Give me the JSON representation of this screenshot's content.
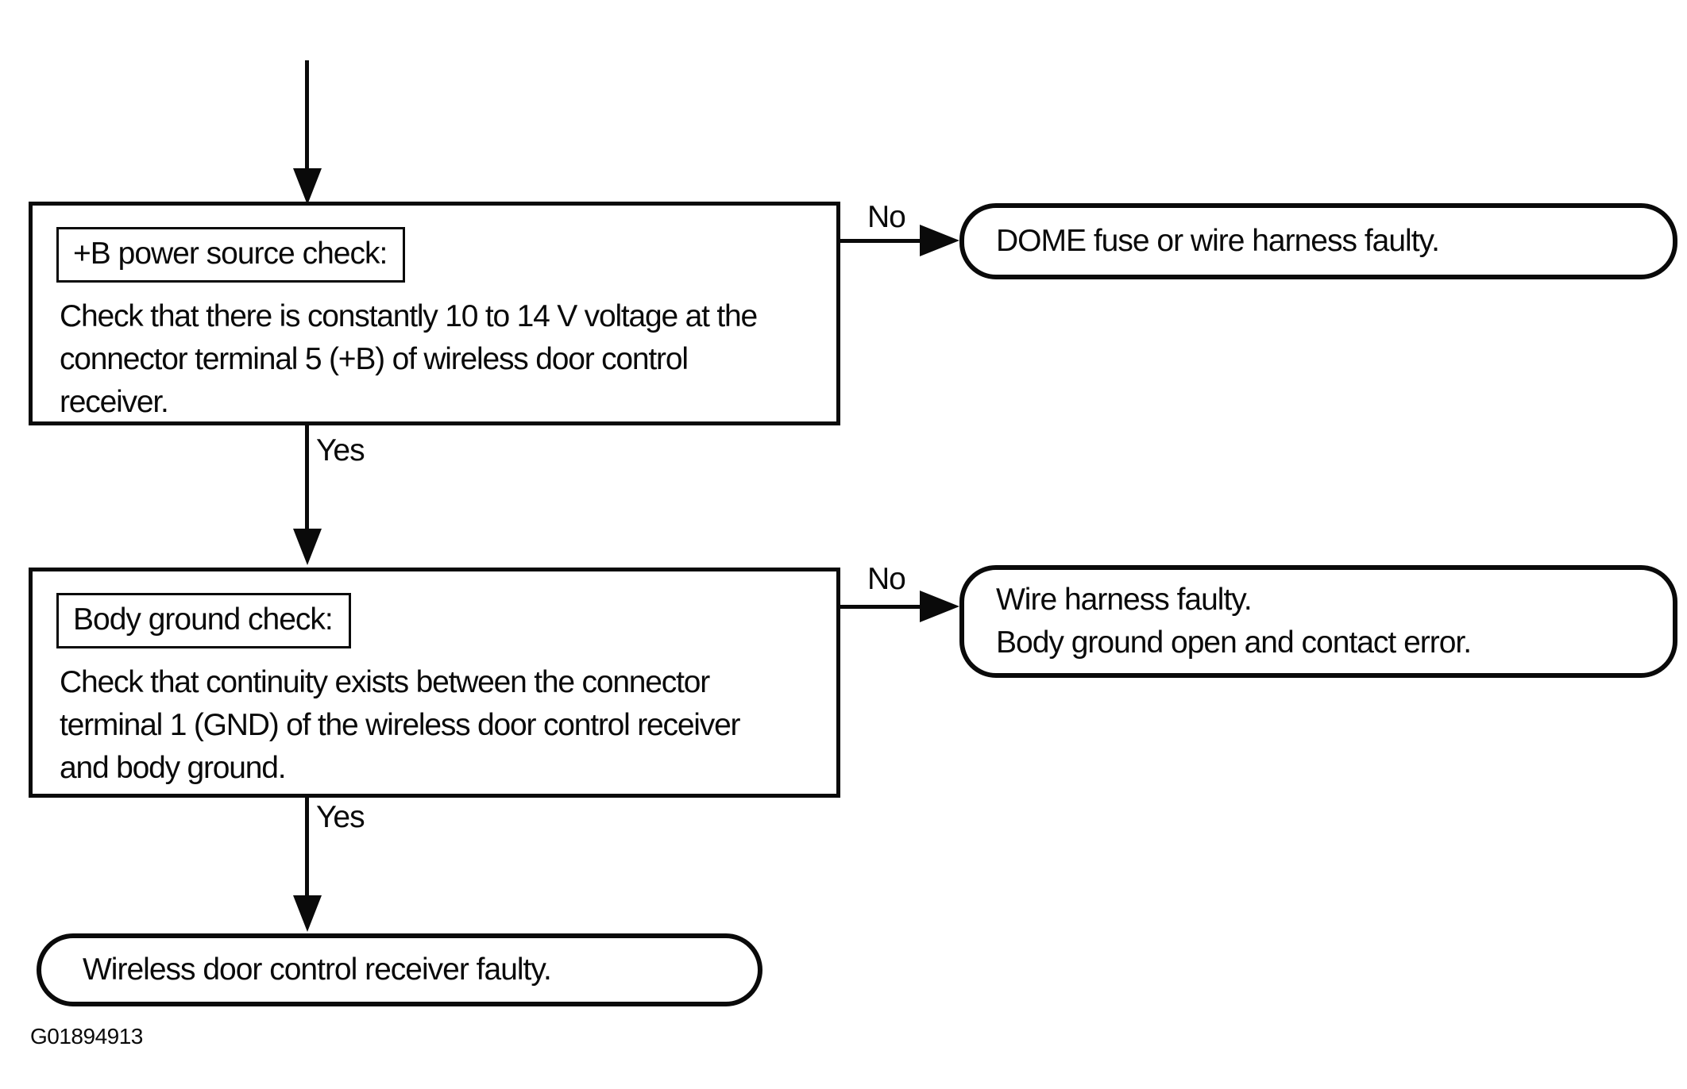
{
  "figure": {
    "id_label": "G01894913"
  },
  "colors": {
    "ink": "#0a0a0a",
    "paper": "#ffffff"
  },
  "flow": {
    "steps": [
      {
        "title": "+B power source check:",
        "description": "Check that there is constantly 10 to 14 V voltage at the connector terminal 5 (+B) of wireless door control receiver.",
        "description_lines": [
          "Check that there is constantly 10 to 14 V voltage at the",
          "connector terminal 5 (+B) of wireless door control",
          "receiver."
        ],
        "no_label": "No",
        "yes_label": "Yes",
        "no_result_lines": [
          "DOME fuse or wire harness faulty."
        ]
      },
      {
        "title": "Body ground check:",
        "description": "Check that continuity exists between the connector terminal 1 (GND) of the wireless door control receiver and body ground.",
        "description_lines": [
          "Check that continuity exists between the connector",
          "terminal 1 (GND) of the wireless door control receiver",
          "and body ground."
        ],
        "no_label": "No",
        "yes_label": "Yes",
        "no_result_lines": [
          "Wire harness faulty.",
          "Body ground open and contact error."
        ]
      }
    ],
    "final_result": "Wireless door control receiver faulty."
  }
}
